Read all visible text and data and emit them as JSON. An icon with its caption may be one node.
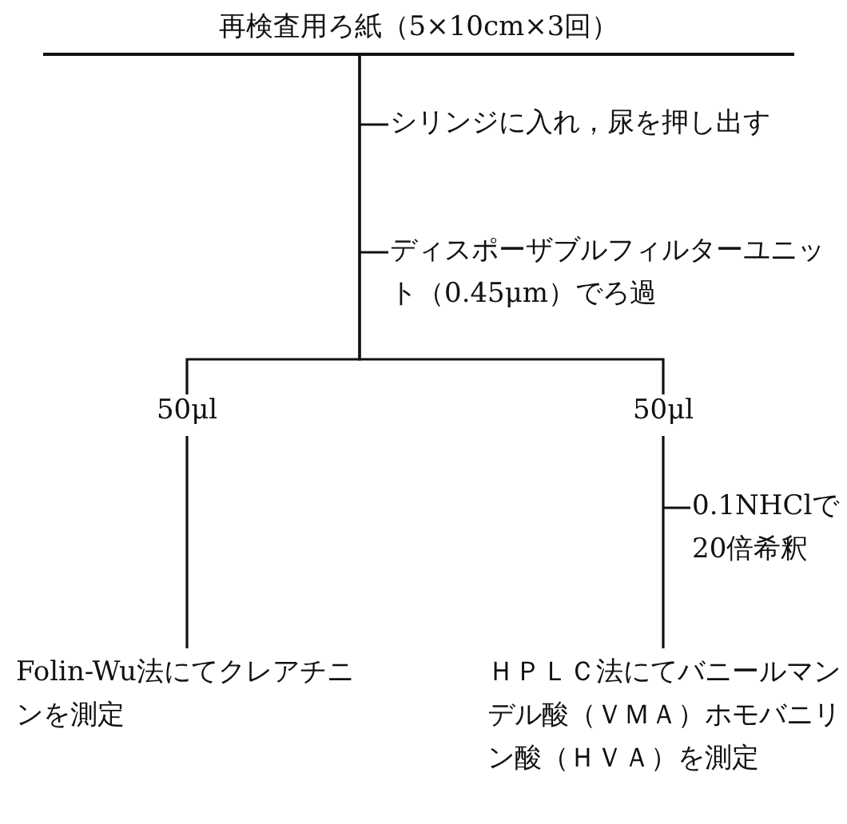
{
  "diagram": {
    "nodes": [
      {
        "text": [
          "再検査用ろ紙（5×10cm×3回）"
        ]
      },
      {
        "text": [
          "50μl"
        ]
      },
      {
        "text": [
          "50μl"
        ]
      },
      {
        "text": [
          "Folin-Wu法にてクレアチニンを測定"
        ]
      },
      {
        "text": [
          "ＨＰＬＣ法にてバニールマンデル酸（ＶＭＡ）ホモバニリン酸（ＨＶＡ）を測定"
        ]
      }
    ],
    "edges": [
      {
        "from": 0,
        "to": 1,
        "arrow": "none"
      },
      {
        "from": 0,
        "to": 2,
        "arrow": "none"
      },
      {
        "from": 1,
        "to": 3,
        "arrow": "none"
      },
      {
        "from": 2,
        "to": 4,
        "arrow": "none"
      }
    ],
    "labels": [
      "シリンジに入れ，尿を押し出す",
      "ディスポーザブルフィルターユニット（0.45μm）でろ過",
      "0.1NHClで20倍希釈"
    ]
  }
}
